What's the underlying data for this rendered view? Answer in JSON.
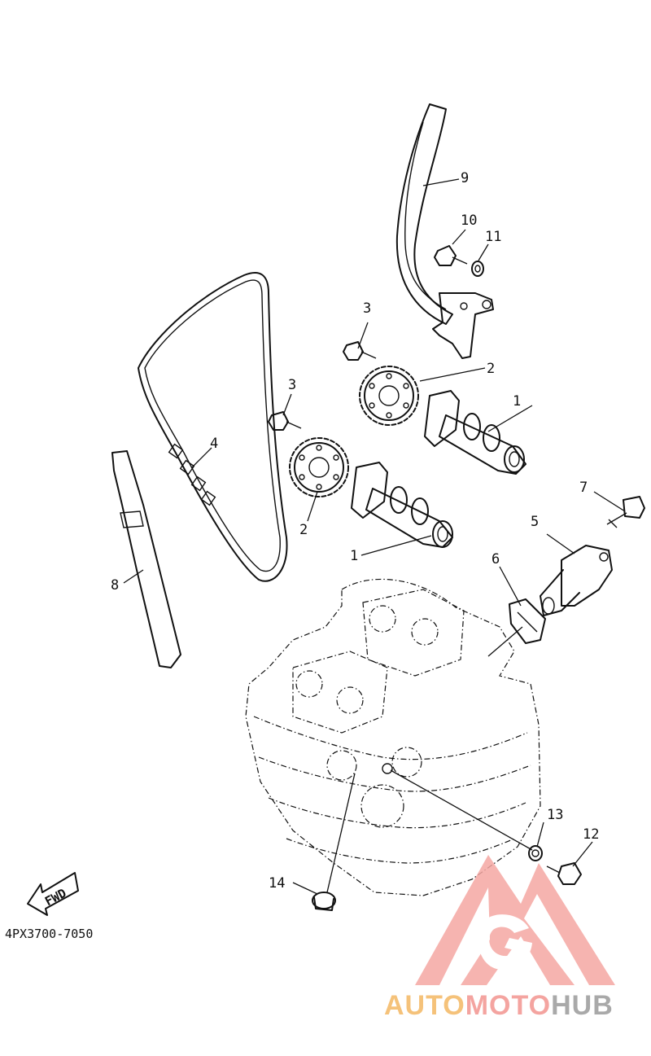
{
  "diagram": {
    "code": "4PX3700-7050",
    "fwd": "FWD",
    "labels": [
      "1",
      "1",
      "2",
      "2",
      "3",
      "3",
      "4",
      "5",
      "6",
      "7",
      "8",
      "9",
      "10",
      "11",
      "12",
      "13",
      "14"
    ]
  },
  "watermark": {
    "brand_a": "AUTO",
    "brand_b": "MOTO",
    "brand_c": "HUB",
    "colors": {
      "auto": "#f5c27a",
      "moto": "#f4a4a0",
      "hub": "#a9a9a9",
      "logo": "#f5a8a3"
    }
  }
}
